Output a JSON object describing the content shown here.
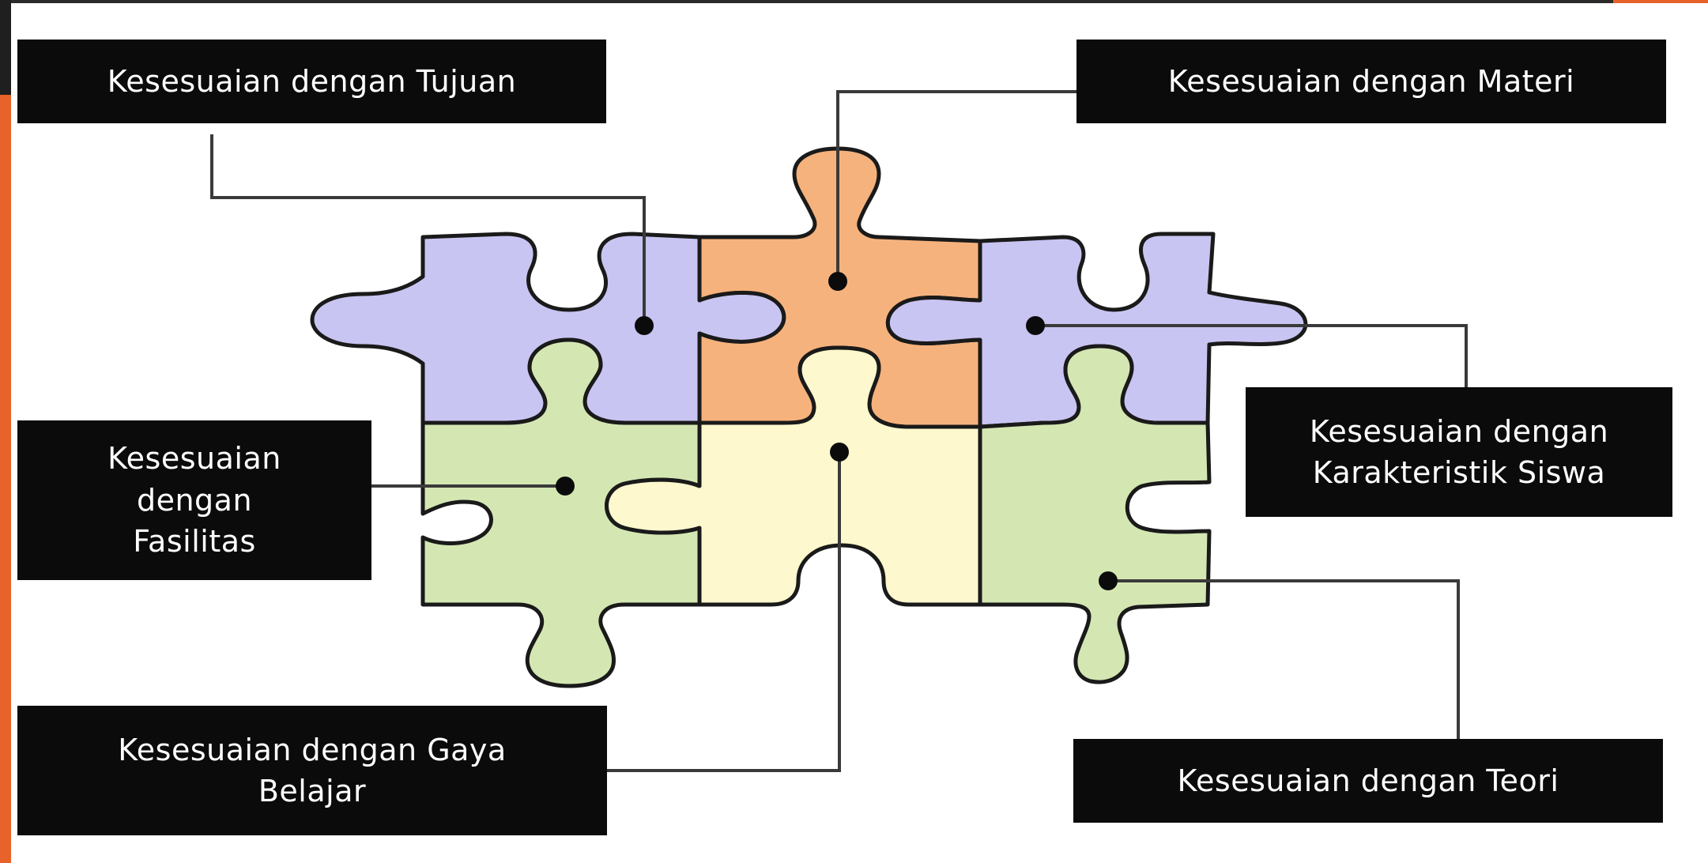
{
  "diagram": {
    "pieces": [
      {
        "name": "tujuan-piece",
        "color": "#c9c5f2"
      },
      {
        "name": "materi-piece",
        "color": "#f6b27c"
      },
      {
        "name": "karakteristik-piece",
        "color": "#c9c5f2"
      },
      {
        "name": "fasilitas-piece",
        "color": "#d4e7b3"
      },
      {
        "name": "gaya-belajar-piece",
        "color": "#fdf8cd"
      },
      {
        "name": "teori-piece",
        "color": "#d4e7b3"
      }
    ],
    "labels": {
      "tujuan": "Kesesuaian dengan Tujuan",
      "materi": "Kesesuaian dengan Materi",
      "karakteristik": "Kesesuaian dengan\nKarakteristik Siswa",
      "fasilitas": "Kesesuaian\ndengan\nFasilitas",
      "gaya_belajar": "Kesesuaian dengan Gaya\nBelajar",
      "teori": "Kesesuaian dengan Teori"
    },
    "colors": {
      "label_background": "#0b0b0b",
      "label_text": "#ffffff",
      "outline": "#1a1a1a",
      "accent": "#e8632a"
    }
  }
}
